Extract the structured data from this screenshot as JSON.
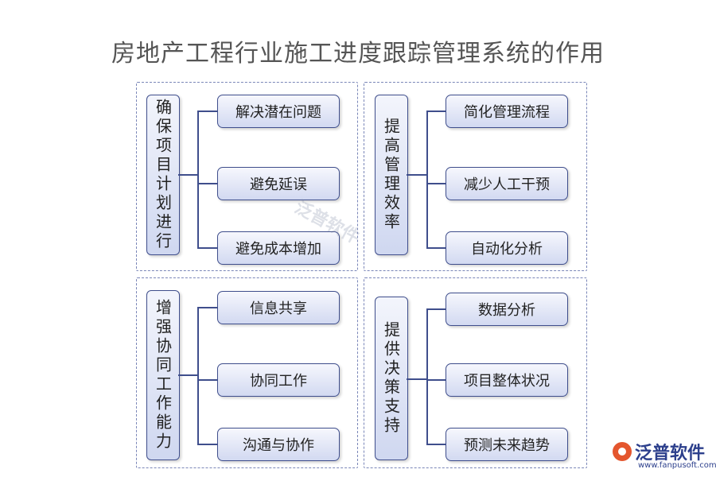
{
  "title": "房地产工程行业施工进度跟踪管理系统的作用",
  "groups": [
    {
      "name": "确保项目计划进行",
      "items": [
        "解决潜在问题",
        "避免延误",
        "避免成本增加"
      ]
    },
    {
      "name": "提高管理效率",
      "items": [
        "简化管理流程",
        "减少人工干预",
        "自动化分析"
      ]
    },
    {
      "name": "增强协同工作能力",
      "items": [
        "信息共享",
        "协同工作",
        "沟通与协作"
      ]
    },
    {
      "name": "提供决策支持",
      "items": [
        "数据分析",
        "项目整体状况",
        "预测未来趋势"
      ]
    }
  ],
  "watermark": "泛普软件",
  "logo": {
    "text": "泛普软件",
    "url": "www.fanpusoft.com"
  },
  "colors": {
    "border": "#3f4e8c",
    "panel_border": "#7a86b8",
    "title": "#555555",
    "logo_mark": "#e4562e",
    "logo_text": "#2c3f8c"
  }
}
